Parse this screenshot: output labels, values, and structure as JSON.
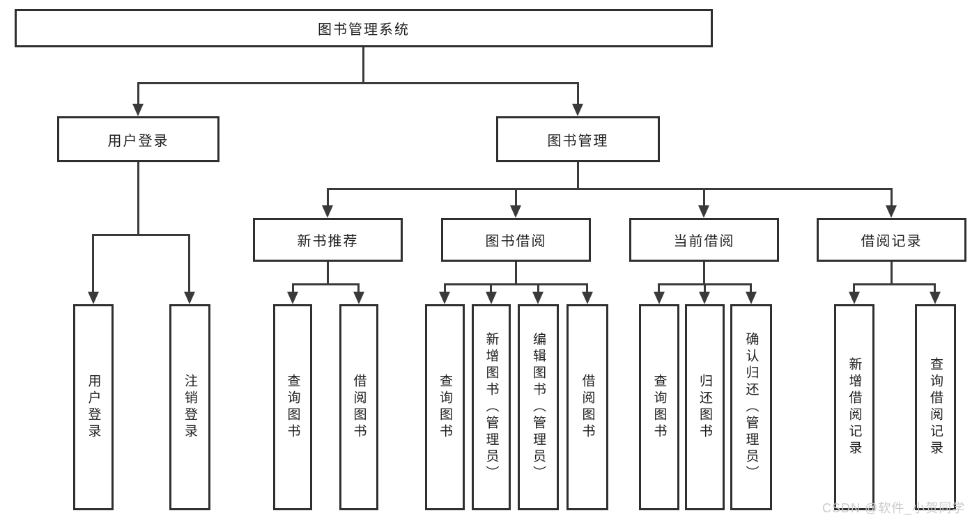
{
  "colors": {
    "background": "#ffffff",
    "box_border": "#2f2f2f",
    "line": "#3a3a3a",
    "text": "#202020",
    "watermark": "#cbcbcb"
  },
  "watermark": {
    "text": "CSDN @软件_小贺同学"
  },
  "tree": {
    "label": "图书管理系统",
    "children": [
      {
        "label": "用户登录",
        "children": [
          {
            "label": "用户登录"
          },
          {
            "label": "注销登录"
          }
        ]
      },
      {
        "label": "图书管理",
        "children": [
          {
            "label": "新书推荐",
            "children": [
              {
                "label": "查询图书"
              },
              {
                "label": "借阅图书"
              }
            ]
          },
          {
            "label": "图书借阅",
            "children": [
              {
                "label": "查询图书"
              },
              {
                "label": "新增图书（管理员）"
              },
              {
                "label": "编辑图书（管理员）"
              },
              {
                "label": "借阅图书"
              }
            ]
          },
          {
            "label": "当前借阅",
            "children": [
              {
                "label": "查询图书"
              },
              {
                "label": "归还图书"
              },
              {
                "label": "确认归还（管理员）"
              }
            ]
          },
          {
            "label": "借阅记录",
            "children": [
              {
                "label": "新增借阅记录"
              },
              {
                "label": "查询借阅记录"
              }
            ]
          }
        ]
      }
    ]
  }
}
